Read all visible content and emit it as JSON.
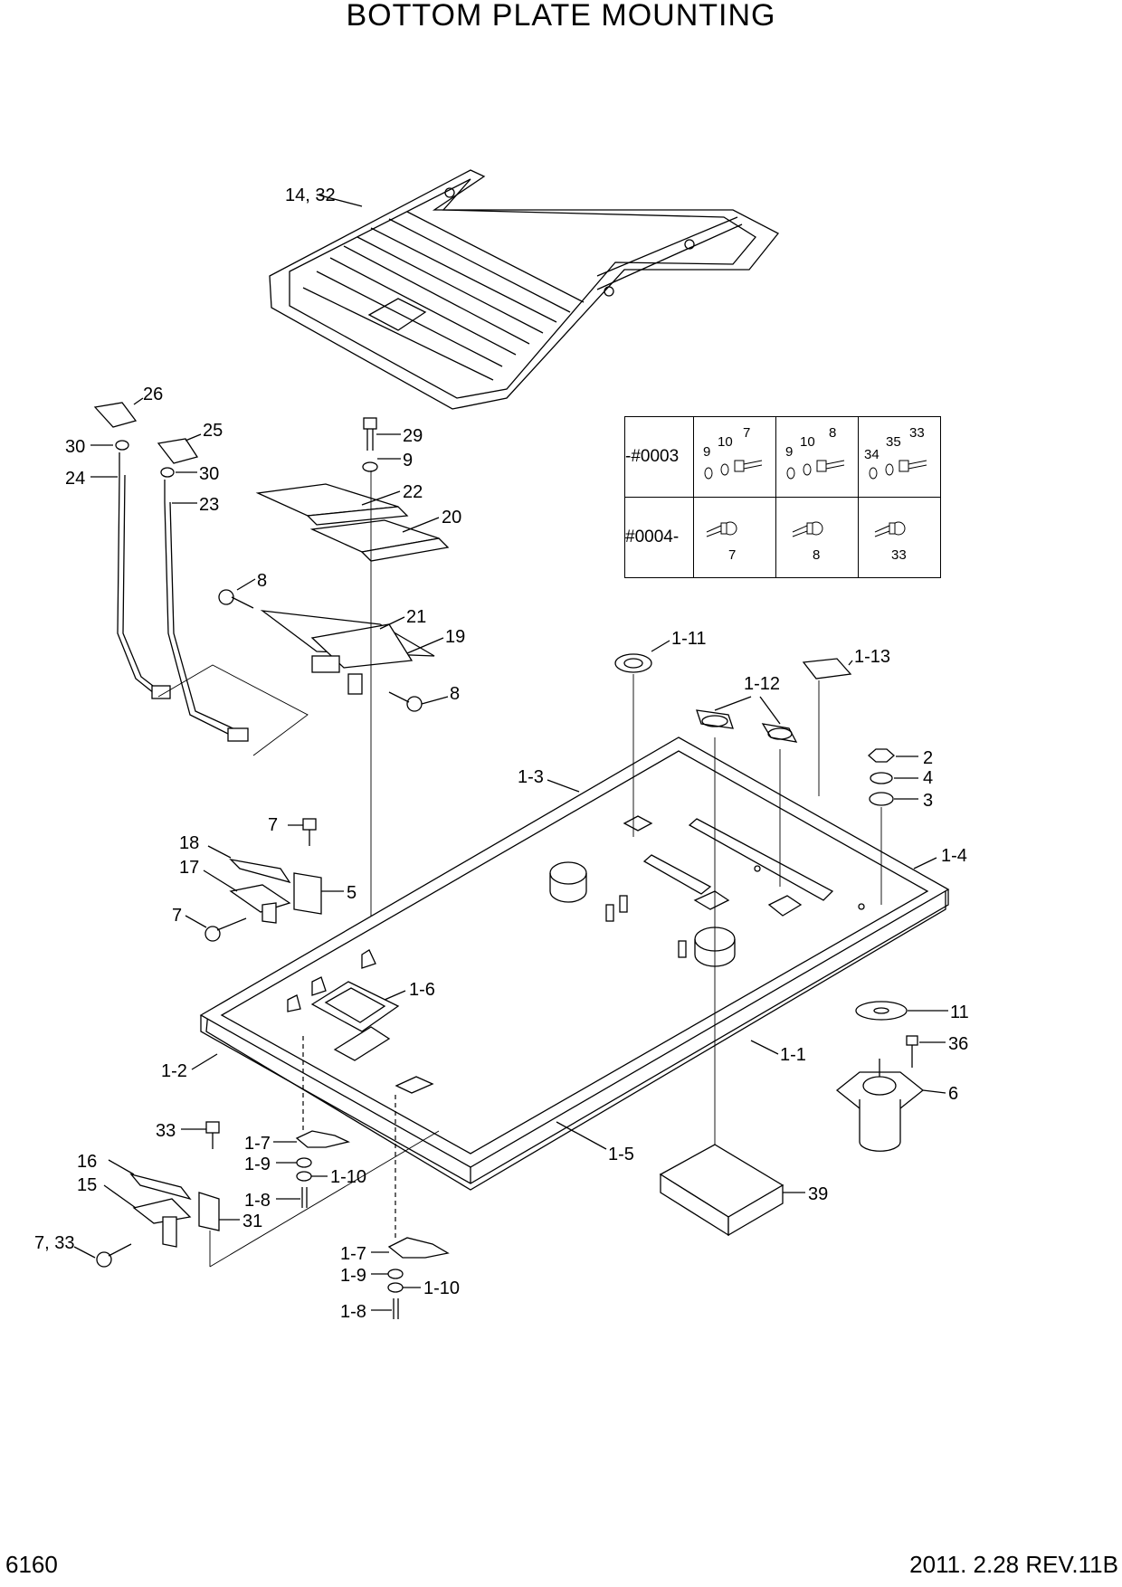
{
  "title": "BOTTOM PLATE MOUNTING",
  "footer": {
    "page_number": "6160",
    "revision": "2011. 2.28  REV.11B"
  },
  "labels": {
    "l_14_32": "14, 32",
    "l_26": "26",
    "l_30a": "30",
    "l_24": "24",
    "l_25": "25",
    "l_30b": "30",
    "l_23": "23",
    "l_29": "29",
    "l_9": "9",
    "l_22": "22",
    "l_20": "20",
    "l_8a": "8",
    "l_21": "21",
    "l_19": "19",
    "l_8b": "8",
    "l_1_11": "1-11",
    "l_1_13": "1-13",
    "l_1_12": "1-12",
    "l_2": "2",
    "l_4": "4",
    "l_3": "3",
    "l_1_4": "1-4",
    "l_1_3": "1-3",
    "l_7a": "7",
    "l_18": "18",
    "l_17": "17",
    "l_5": "5",
    "l_7b": "7",
    "l_1_6": "1-6",
    "l_11": "11",
    "l_36": "36",
    "l_6": "6",
    "l_1_2": "1-2",
    "l_1_1": "1-1",
    "l_1_5": "1-5",
    "l_39": "39",
    "l_33": "33",
    "l_16": "16",
    "l_15": "15",
    "l_7_33": "7, 33",
    "l_31": "31",
    "l_1_7a": "1-7",
    "l_1_9a": "1-9",
    "l_1_10a": "1-10",
    "l_1_8a": "1-8",
    "l_1_7b": "1-7",
    "l_1_9b": "1-9",
    "l_1_10b": "1-10",
    "l_1_8b": "1-8"
  },
  "variant_table": {
    "rows": [
      {
        "serial": "-#0003",
        "cells": [
          {
            "labels": [
              "9",
              "10",
              "7"
            ]
          },
          {
            "labels": [
              "9",
              "10",
              "8"
            ]
          },
          {
            "labels": [
              "34",
              "35",
              "33"
            ]
          }
        ]
      },
      {
        "serial": "#0004-",
        "cells": [
          {
            "labels": [
              "7"
            ]
          },
          {
            "labels": [
              "8"
            ]
          },
          {
            "labels": [
              "33"
            ]
          }
        ]
      }
    ]
  }
}
